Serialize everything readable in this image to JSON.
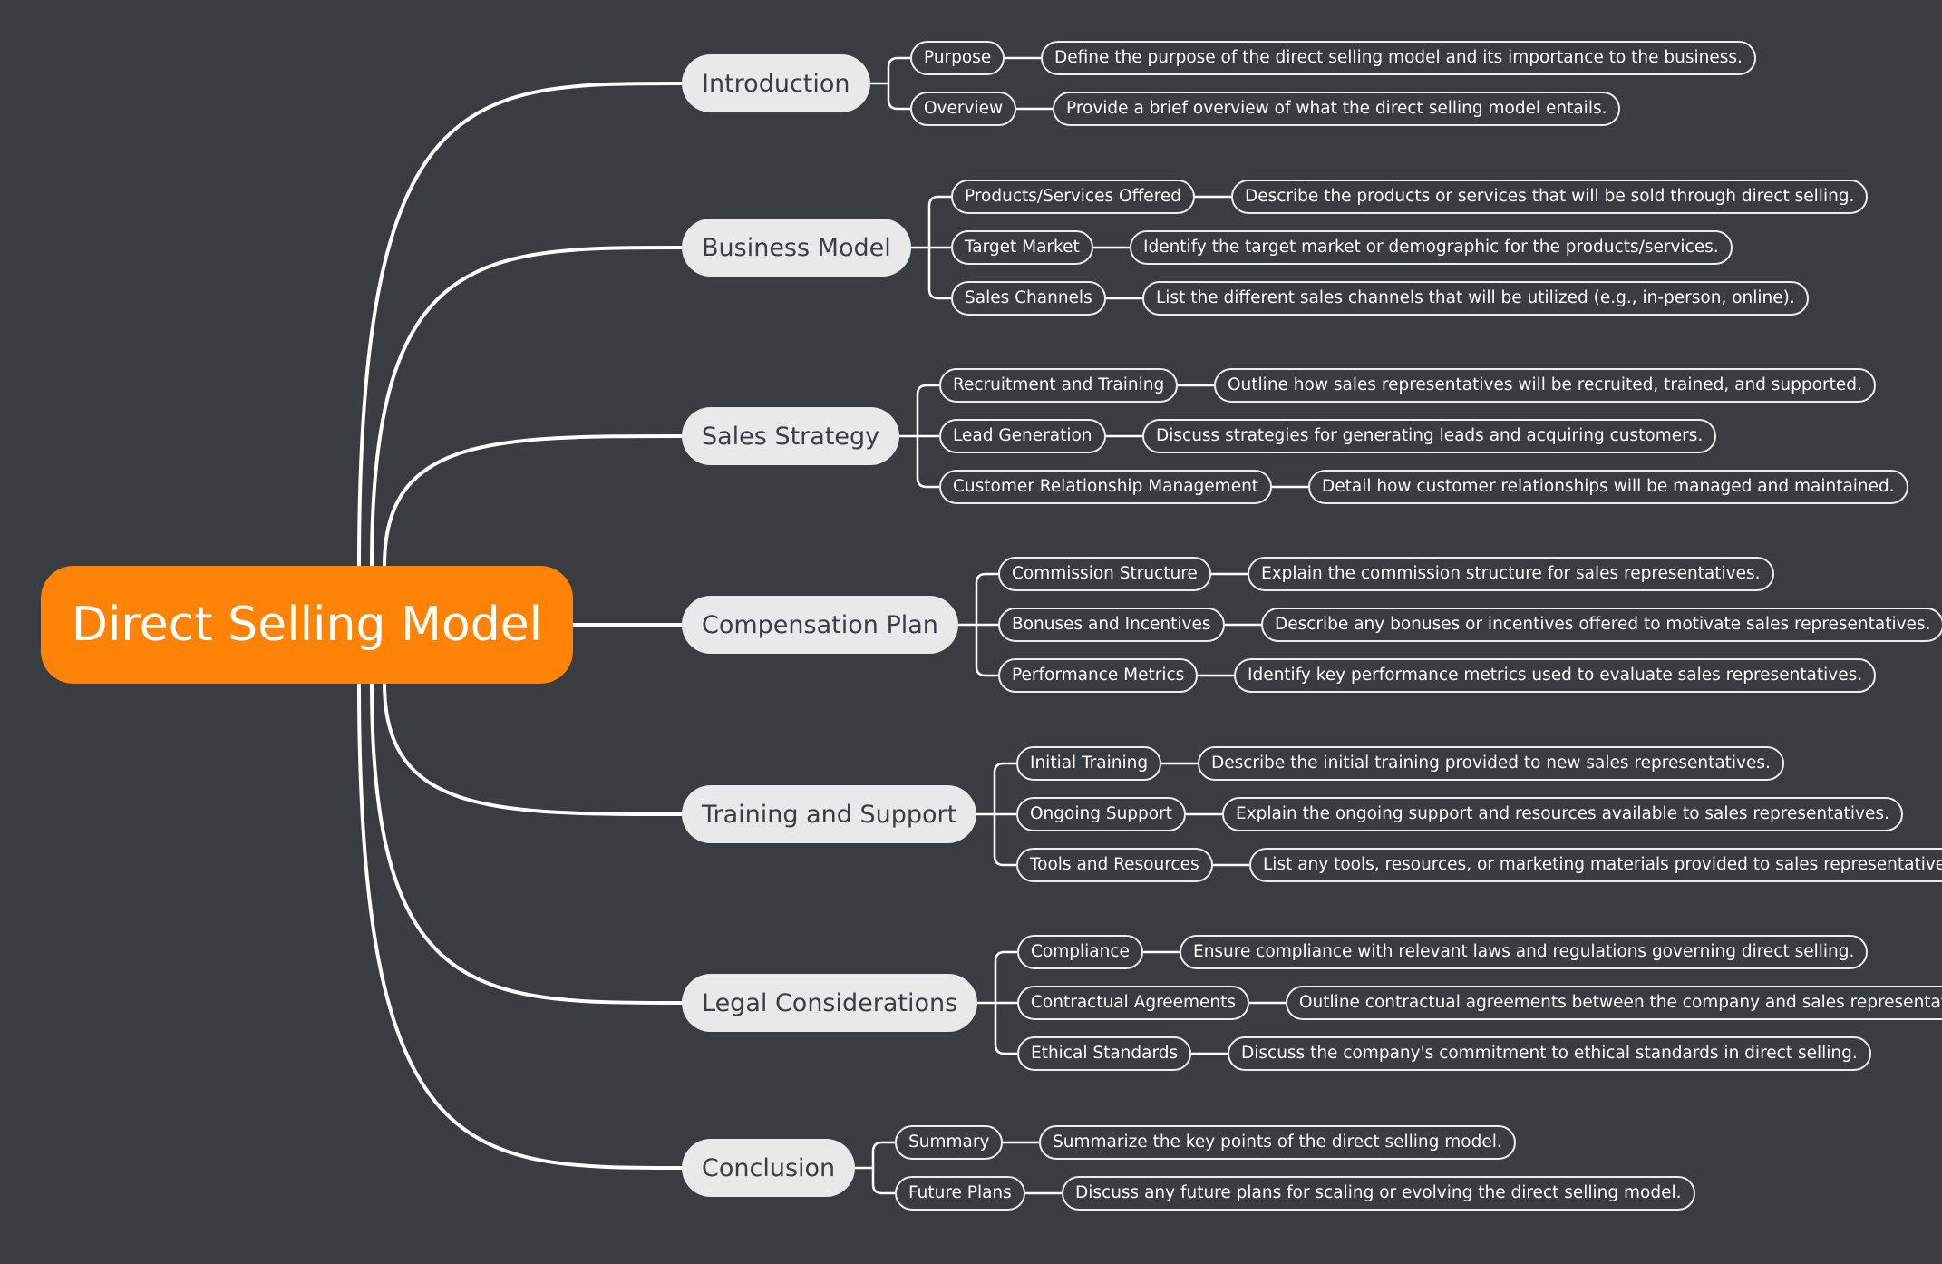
{
  "root": {
    "label": "Direct Selling Model"
  },
  "colors": {
    "background": "#393c41",
    "root": "#ff8307",
    "main_topic": "#e9e9ea",
    "connector": "#ffffff"
  },
  "topics": [
    {
      "label": "Introduction",
      "children": [
        {
          "label": "Purpose",
          "detail": "Define the purpose of the direct selling model and its importance to the business."
        },
        {
          "label": "Overview",
          "detail": "Provide a brief overview of what the direct selling model entails."
        }
      ]
    },
    {
      "label": "Business Model",
      "children": [
        {
          "label": "Products/Services Offered",
          "detail": "Describe the products or services that will be sold through direct selling."
        },
        {
          "label": "Target Market",
          "detail": "Identify the target market or demographic for the products/services."
        },
        {
          "label": "Sales Channels",
          "detail": "List the different sales channels that will be utilized (e.g., in-person, online)."
        }
      ]
    },
    {
      "label": "Sales Strategy",
      "children": [
        {
          "label": "Recruitment and Training",
          "detail": "Outline how sales representatives will be recruited, trained, and supported."
        },
        {
          "label": "Lead Generation",
          "detail": "Discuss strategies for generating leads and acquiring customers."
        },
        {
          "label": "Customer Relationship Management",
          "detail": "Detail how customer relationships will be managed and maintained."
        }
      ]
    },
    {
      "label": "Compensation Plan",
      "children": [
        {
          "label": "Commission Structure",
          "detail": "Explain the commission structure for sales representatives."
        },
        {
          "label": "Bonuses and Incentives",
          "detail": "Describe any bonuses or incentives offered to motivate sales representatives."
        },
        {
          "label": "Performance Metrics",
          "detail": "Identify key performance metrics used to evaluate sales representatives."
        }
      ]
    },
    {
      "label": "Training and Support",
      "children": [
        {
          "label": "Initial Training",
          "detail": "Describe the initial training provided to new sales representatives."
        },
        {
          "label": "Ongoing Support",
          "detail": "Explain the ongoing support and resources available to sales representatives."
        },
        {
          "label": "Tools and Resources",
          "detail": "List any tools, resources, or marketing materials provided to sales representatives."
        }
      ]
    },
    {
      "label": "Legal Considerations",
      "children": [
        {
          "label": "Compliance",
          "detail": "Ensure compliance with relevant laws and regulations governing direct selling."
        },
        {
          "label": "Contractual Agreements",
          "detail": "Outline contractual agreements between the company and sales representatives."
        },
        {
          "label": "Ethical Standards",
          "detail": "Discuss the company's commitment to ethical standards in direct selling."
        }
      ]
    },
    {
      "label": "Conclusion",
      "children": [
        {
          "label": "Summary",
          "detail": "Summarize the key points of the direct selling model."
        },
        {
          "label": "Future Plans",
          "detail": "Discuss any future plans for scaling or evolving the direct selling model."
        }
      ]
    }
  ]
}
